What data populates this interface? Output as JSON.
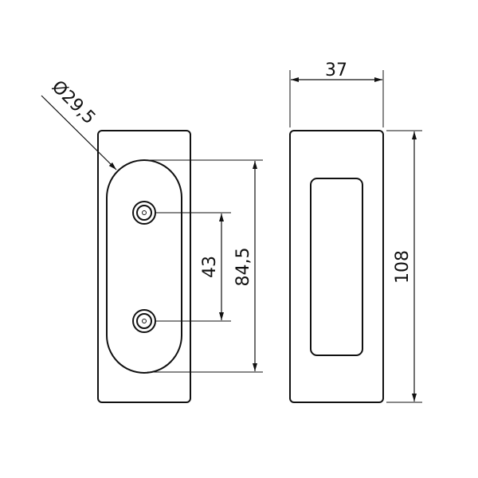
{
  "dimensions": {
    "diameter": "Ø29,5",
    "screw_spacing": "43",
    "recess_length": "84,5",
    "width": "37",
    "height": "108"
  },
  "colors": {
    "line": "#111111",
    "background": "#ffffff"
  }
}
